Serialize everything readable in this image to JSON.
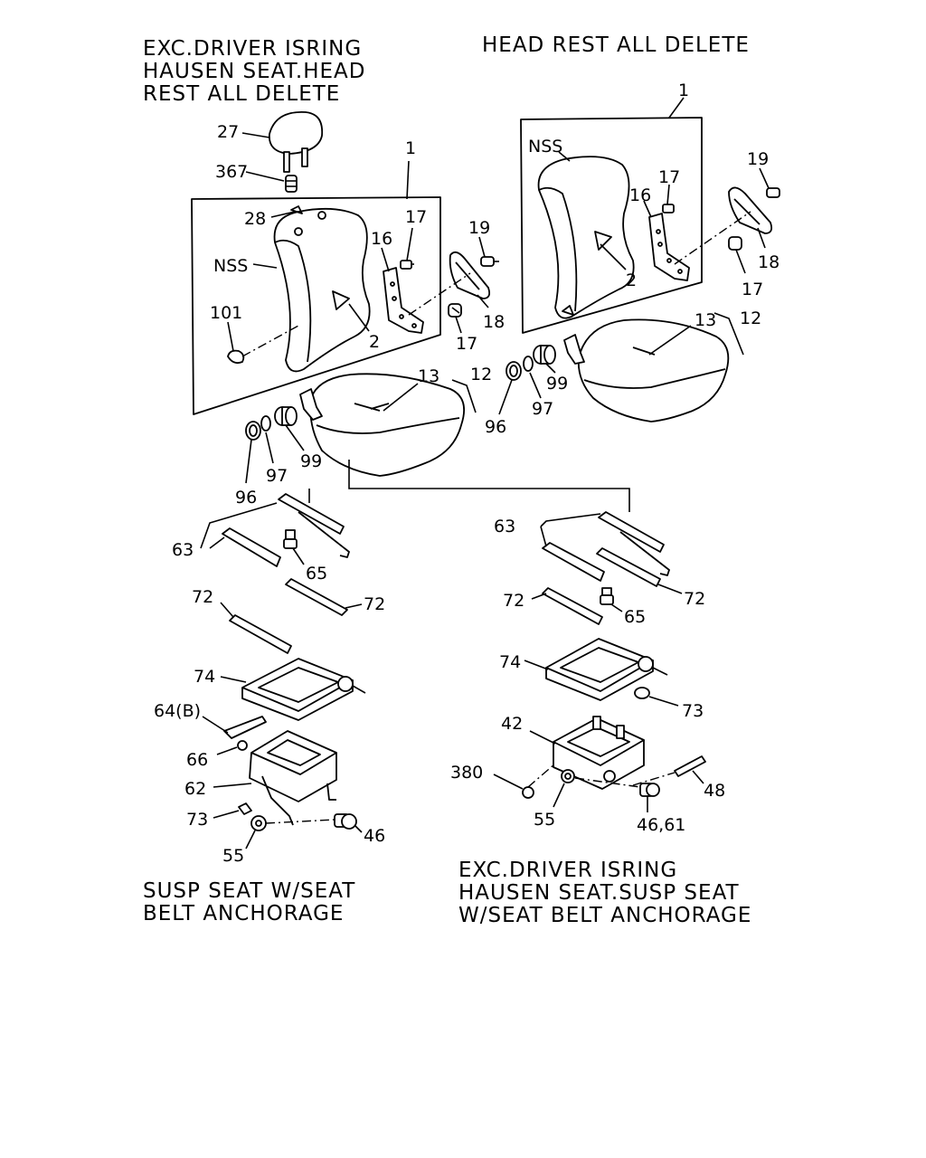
{
  "captions": {
    "top_left": [
      "EXC.DRIVER ISRING",
      "HAUSEN SEAT.HEAD",
      "REST ALL DELETE"
    ],
    "top_right": [
      "HEAD REST ALL DELETE"
    ],
    "bottom_left": [
      "SUSP SEAT W/SEAT",
      "BELT ANCHORAGE"
    ],
    "bottom_right": [
      "EXC.DRIVER ISRING",
      "HAUSEN SEAT.SUSP SEAT",
      "W/SEAT BELT ANCHORAGE"
    ]
  },
  "labels": {
    "l_1": "1",
    "l_27": "27",
    "l_367": "367",
    "l_28": "28",
    "l_nss": "NSS",
    "l_101": "101",
    "l_2": "2",
    "l_16": "16",
    "l_17a": "17",
    "l_19": "19",
    "l_18": "18",
    "l_17b": "17",
    "l_13": "13",
    "l_12": "12",
    "l_96": "96",
    "l_97": "97",
    "l_99": "99",
    "l_63": "63",
    "l_65": "65",
    "l_72a": "72",
    "l_72b": "72",
    "l_74": "74",
    "l_64b": "64(B)",
    "l_66": "66",
    "l_62": "62",
    "l_73": "73",
    "l_55": "55",
    "l_46": "46",
    "r_1": "1",
    "r_nss": "NSS",
    "r_17a": "17",
    "r_16": "16",
    "r_19": "19",
    "r_2": "2",
    "r_18": "18",
    "r_17b": "17",
    "r_13": "13",
    "r_12": "12",
    "r_99": "99",
    "r_97": "97",
    "r_96": "96",
    "r_63": "63",
    "r_72a": "72",
    "r_72b": "72",
    "r_65": "65",
    "r_74": "74",
    "r_73": "73",
    "r_42": "42",
    "r_380": "380",
    "r_55": "55",
    "r_4661": "46,61",
    "r_48": "48"
  }
}
